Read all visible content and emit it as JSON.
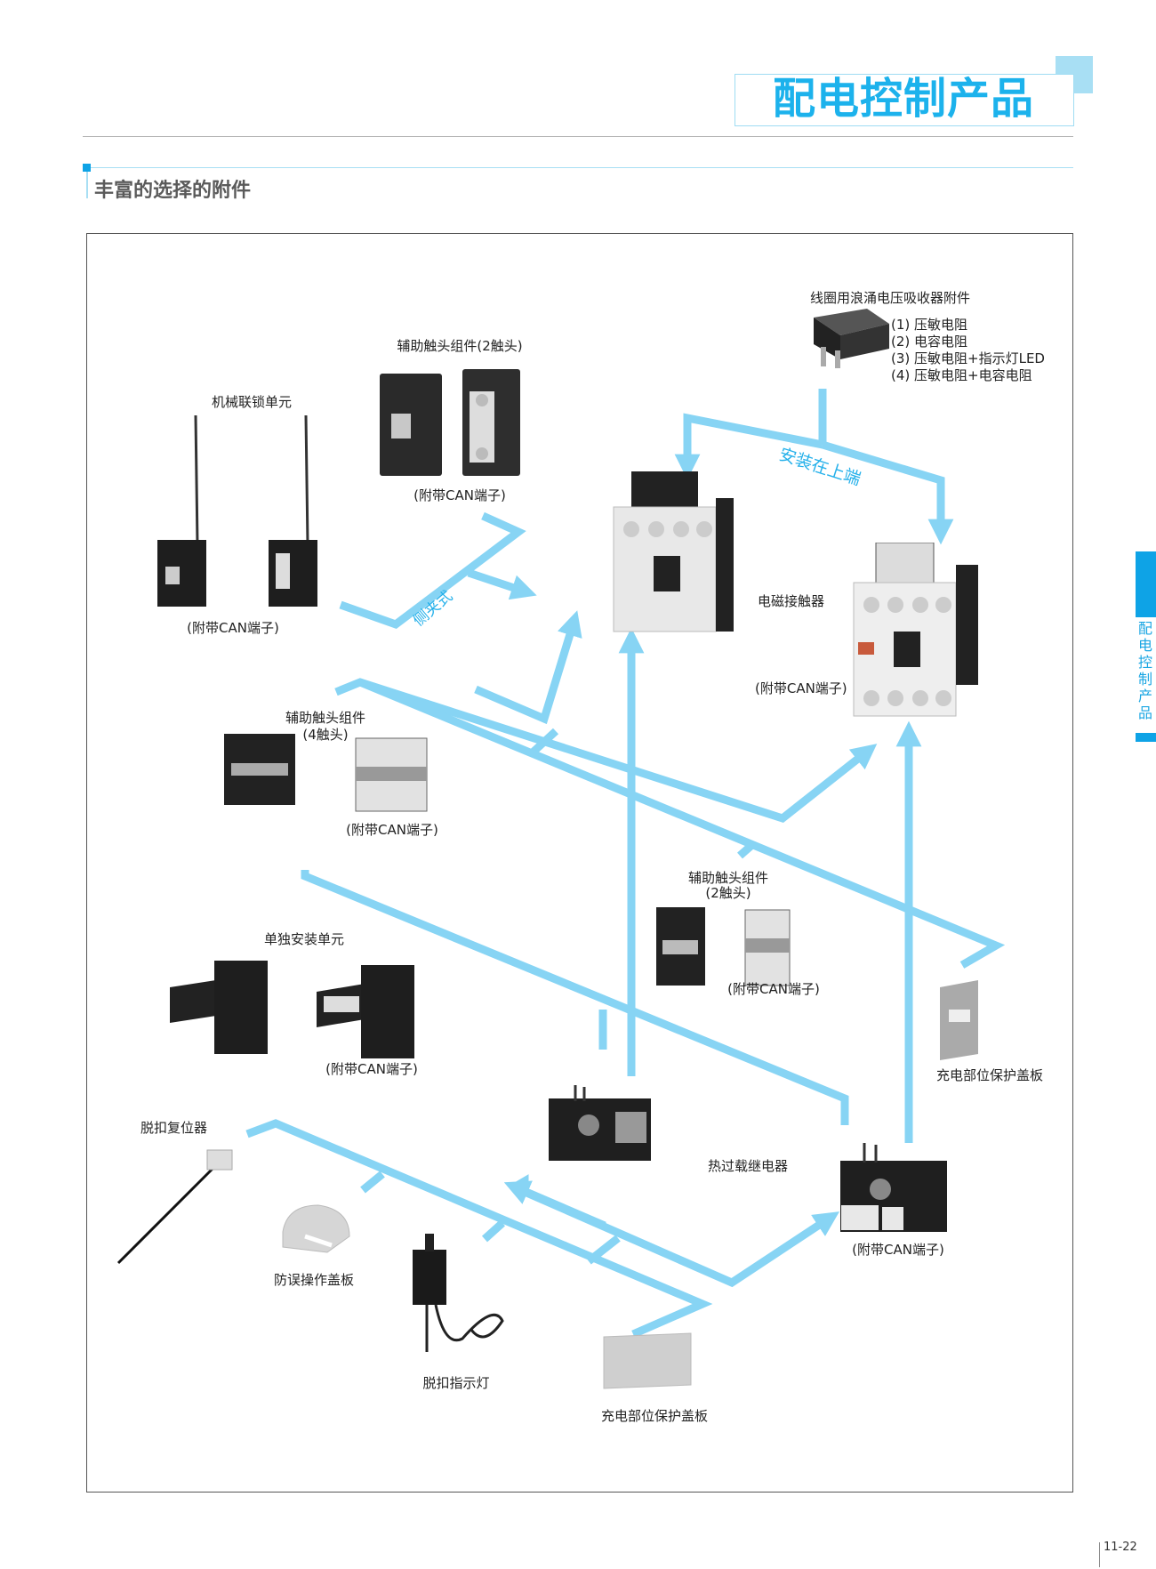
{
  "header": {
    "title": "配电控制产品"
  },
  "section": {
    "title": "丰富的选择的附件"
  },
  "side_tab": {
    "label": "配电控制产品"
  },
  "page_number": "11-22",
  "colors": {
    "accent": "#1cb2ec",
    "arrow": "#87d4f4",
    "side_tab": "#0ea3e6"
  },
  "diagram": {
    "surge_absorber": {
      "title": "线圈用浪涌电压吸收器附件",
      "options": [
        "(1)  压敏电阻",
        "(2)  电容电阻",
        "(3)  压敏电阻+指示灯LED",
        "(4)  压敏电阻+电容电阻"
      ]
    },
    "aux_contact_2_top": {
      "title": "辅助触头组件(2触头)",
      "note": "(附带CAN端子)"
    },
    "mech_interlock": {
      "title": "机械联锁单元",
      "note": "(附带CAN端子)"
    },
    "install_top_label": "安装在上端",
    "side_clip_label": "侧夹式",
    "contactor": {
      "title": "电磁接触器",
      "note": "(附带CAN端子)"
    },
    "aux_contact_4": {
      "title": "辅助触头组件",
      "subtitle": "(4触头)",
      "note": "(附带CAN端子)"
    },
    "aux_contact_2_mid": {
      "title": "辅助触头组件",
      "subtitle": "(2触头)",
      "note": "(附带CAN端子)"
    },
    "separate_mount": {
      "title": "单独安装单元",
      "note": "(附带CAN端子)"
    },
    "live_cover_right": {
      "title": "充电部位保护盖板"
    },
    "trip_reset": {
      "title": "脱扣复位器"
    },
    "misoperation_cover": {
      "title": "防误操作盖板"
    },
    "trip_indicator": {
      "title": "脱扣指示灯"
    },
    "thermal_relay": {
      "title": "热过载继电器",
      "note": "(附带CAN端子)"
    },
    "live_cover_bottom": {
      "title": "充电部位保护盖板"
    }
  }
}
